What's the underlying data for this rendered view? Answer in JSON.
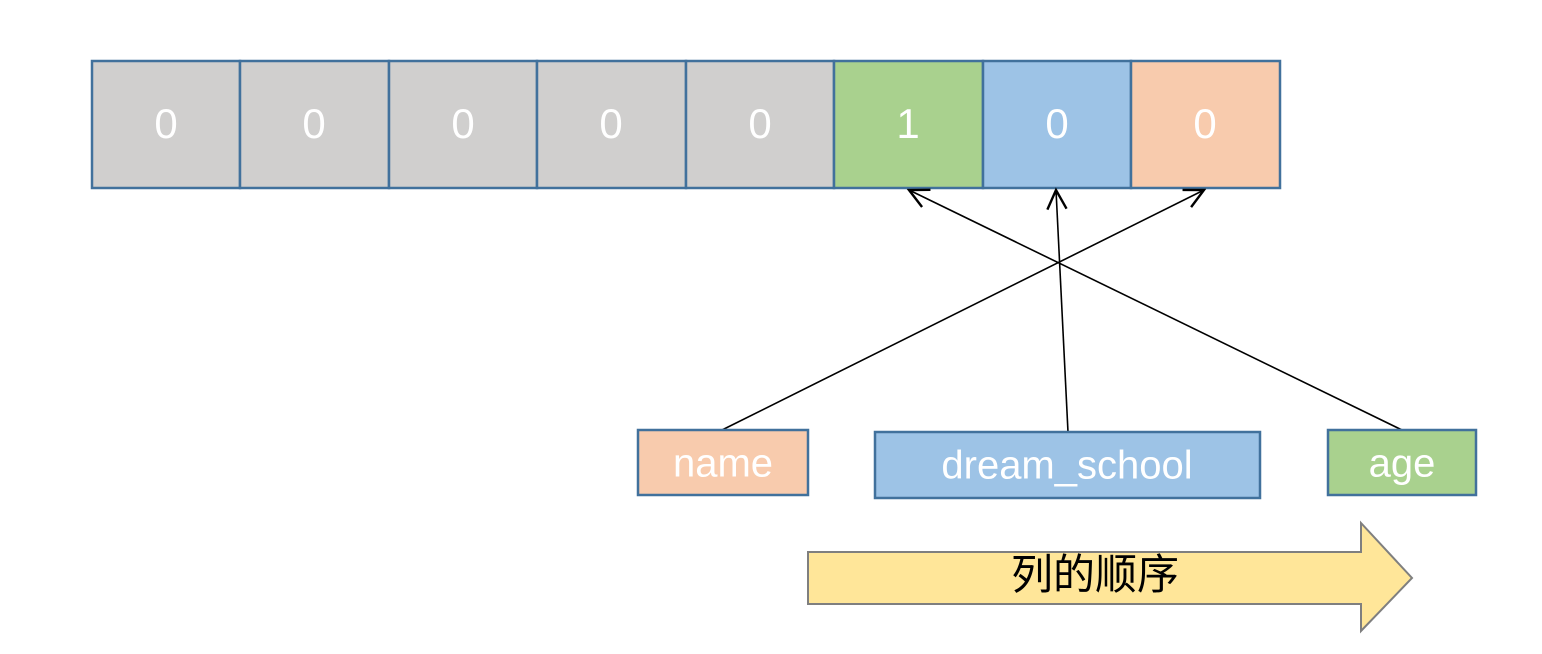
{
  "bits": [
    {
      "value": "0",
      "color": "#d0cfce"
    },
    {
      "value": "0",
      "color": "#d0cfce"
    },
    {
      "value": "0",
      "color": "#d0cfce"
    },
    {
      "value": "0",
      "color": "#d0cfce"
    },
    {
      "value": "0",
      "color": "#d0cfce"
    },
    {
      "value": "1",
      "color": "#a9d18e"
    },
    {
      "value": "0",
      "color": "#9dc3e6"
    },
    {
      "value": "0",
      "color": "#f8cbad"
    }
  ],
  "columns": [
    {
      "label": "name",
      "color": "#f8cbad"
    },
    {
      "label": "dream_school",
      "color": "#9dc3e6"
    },
    {
      "label": "age",
      "color": "#a9d18e"
    }
  ],
  "order_arrow": {
    "label": "列的顺序",
    "color": "#ffe699"
  },
  "border_color": "#41719c"
}
